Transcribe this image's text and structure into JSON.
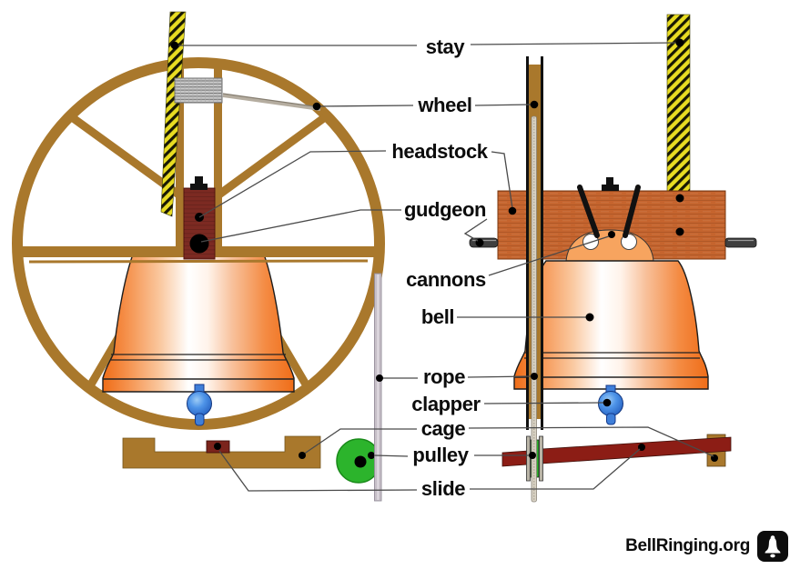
{
  "labels": [
    {
      "text": "stay"
    },
    {
      "text": "wheel"
    },
    {
      "text": "headstock"
    },
    {
      "text": "gudgeon"
    },
    {
      "text": "cannons"
    },
    {
      "text": "bell"
    },
    {
      "text": "rope"
    },
    {
      "text": "clapper"
    },
    {
      "text": "cage"
    },
    {
      "text": "pulley"
    },
    {
      "text": "slide"
    }
  ],
  "footer": {
    "brand": "BellRinging.org"
  },
  "colors": {
    "wheel_brown": "#A9782C",
    "stay_yellow": "#E8DC22",
    "headstock_maroon": "#7C2A22",
    "headstock_orange": "#C5642E",
    "bell_orange": "#F1701C",
    "pulley_green": "#2CB42C",
    "clapper_blue": "#2E6FD0",
    "slide_red": "#8C1D15",
    "cage_brown": "#A9782C",
    "rope_gray": "#C7C0C8",
    "leader_gray": "#4A4A4A"
  }
}
